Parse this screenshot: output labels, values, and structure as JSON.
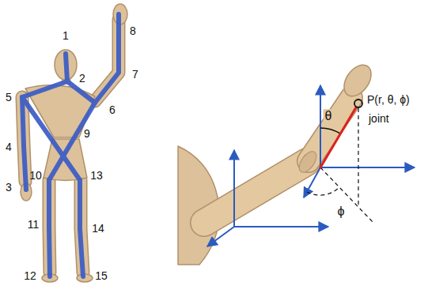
{
  "diagram": {
    "labels": [
      "1",
      "8",
      "2",
      "7",
      "5",
      "6",
      "9",
      "4",
      "10",
      "13",
      "3",
      "11",
      "14",
      "12",
      "15",
      "θ",
      "P(r, θ, ϕ)",
      "joint",
      "ϕ"
    ]
  }
}
